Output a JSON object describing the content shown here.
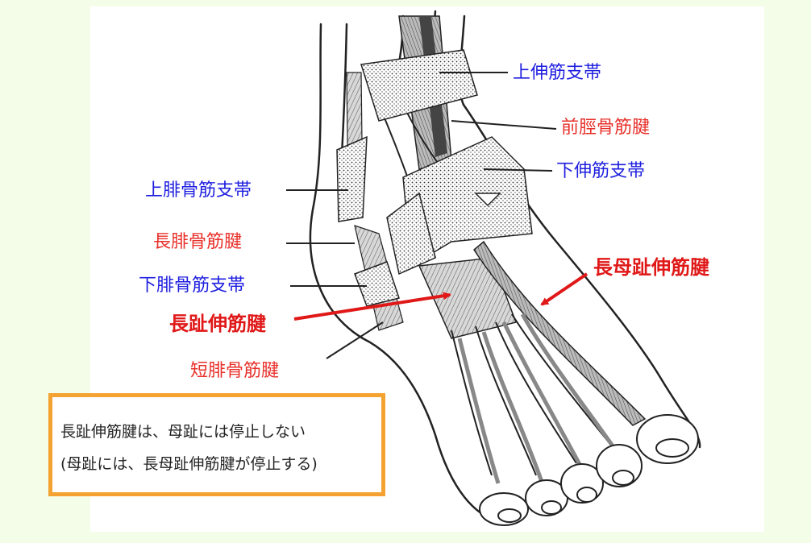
{
  "labels": {
    "superior_extensor_retinaculum": "上伸筋支帯",
    "tibialis_anterior_tendon": "前脛骨筋腱",
    "inferior_extensor_retinaculum": "下伸筋支帯",
    "superior_peroneal_retinaculum": "上腓骨筋支帯",
    "peroneus_longus_tendon": "長腓骨筋腱",
    "extensor_hallucis_longus_tendon": "長母趾伸筋腱",
    "inferior_peroneal_retinaculum": "下腓骨筋支帯",
    "extensor_digitorum_longus_tendon": "長趾伸筋腱",
    "peroneus_brevis_tendon": "短腓骨筋腱"
  },
  "note": {
    "line1": "長趾伸筋腱は、母趾には停止しない",
    "line2": "(母趾には、長母趾伸筋腱が停止する)"
  },
  "colors": {
    "background": "#f3fde8",
    "blue_label": "#1e1ee0",
    "red_label": "#e8302a",
    "arrow": "#e01818",
    "note_border": "#f4a332"
  }
}
